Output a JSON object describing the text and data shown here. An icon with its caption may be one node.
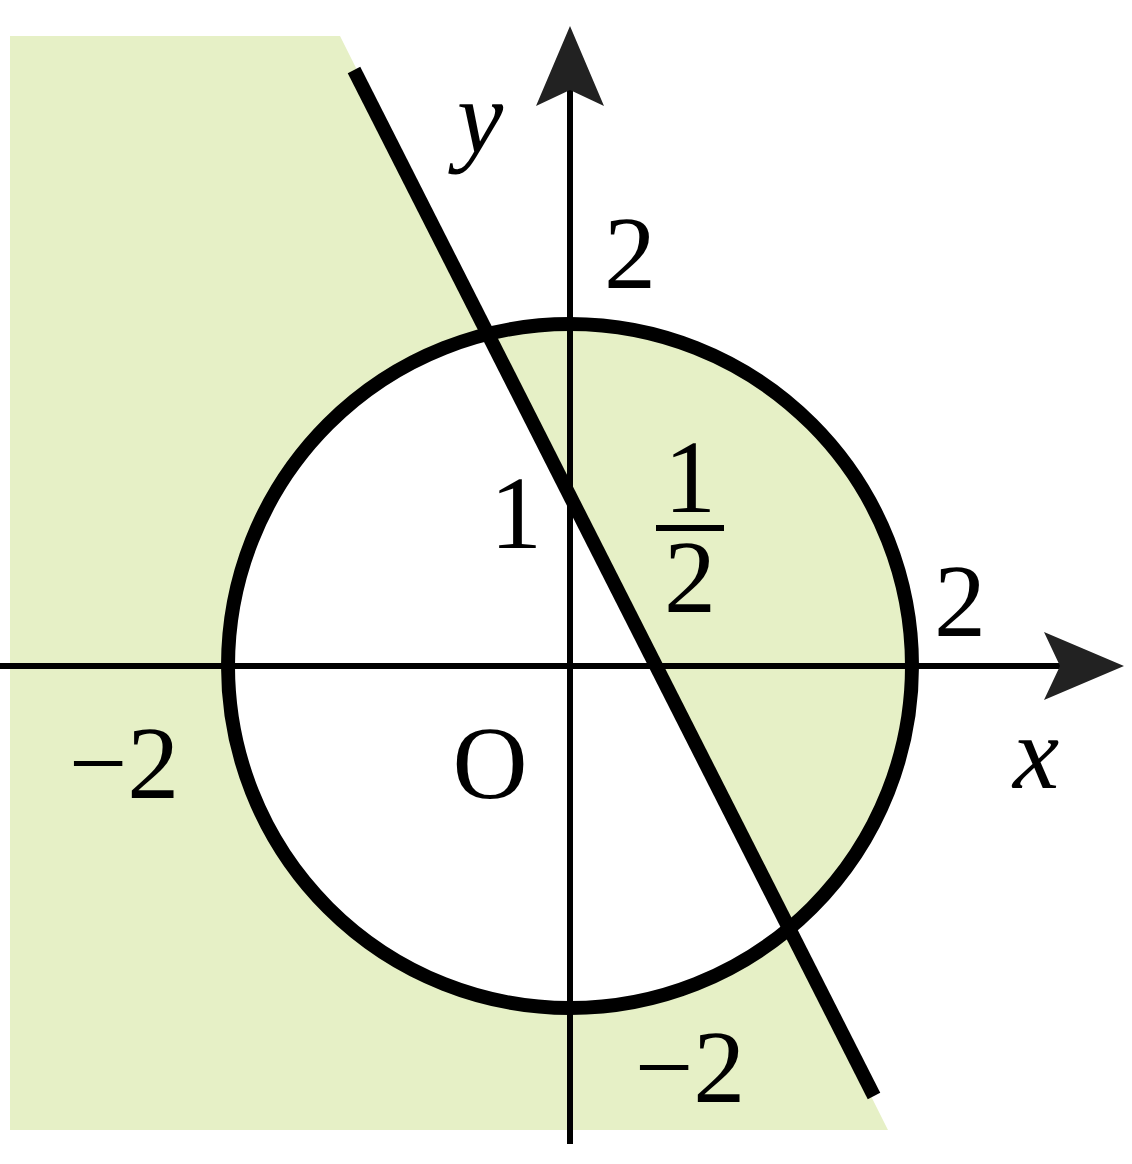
{
  "diagram": {
    "labels": [
      "y",
      "2",
      "1",
      "1",
      "2",
      "2",
      "x",
      "−2",
      "O",
      "−2"
    ]
  }
}
